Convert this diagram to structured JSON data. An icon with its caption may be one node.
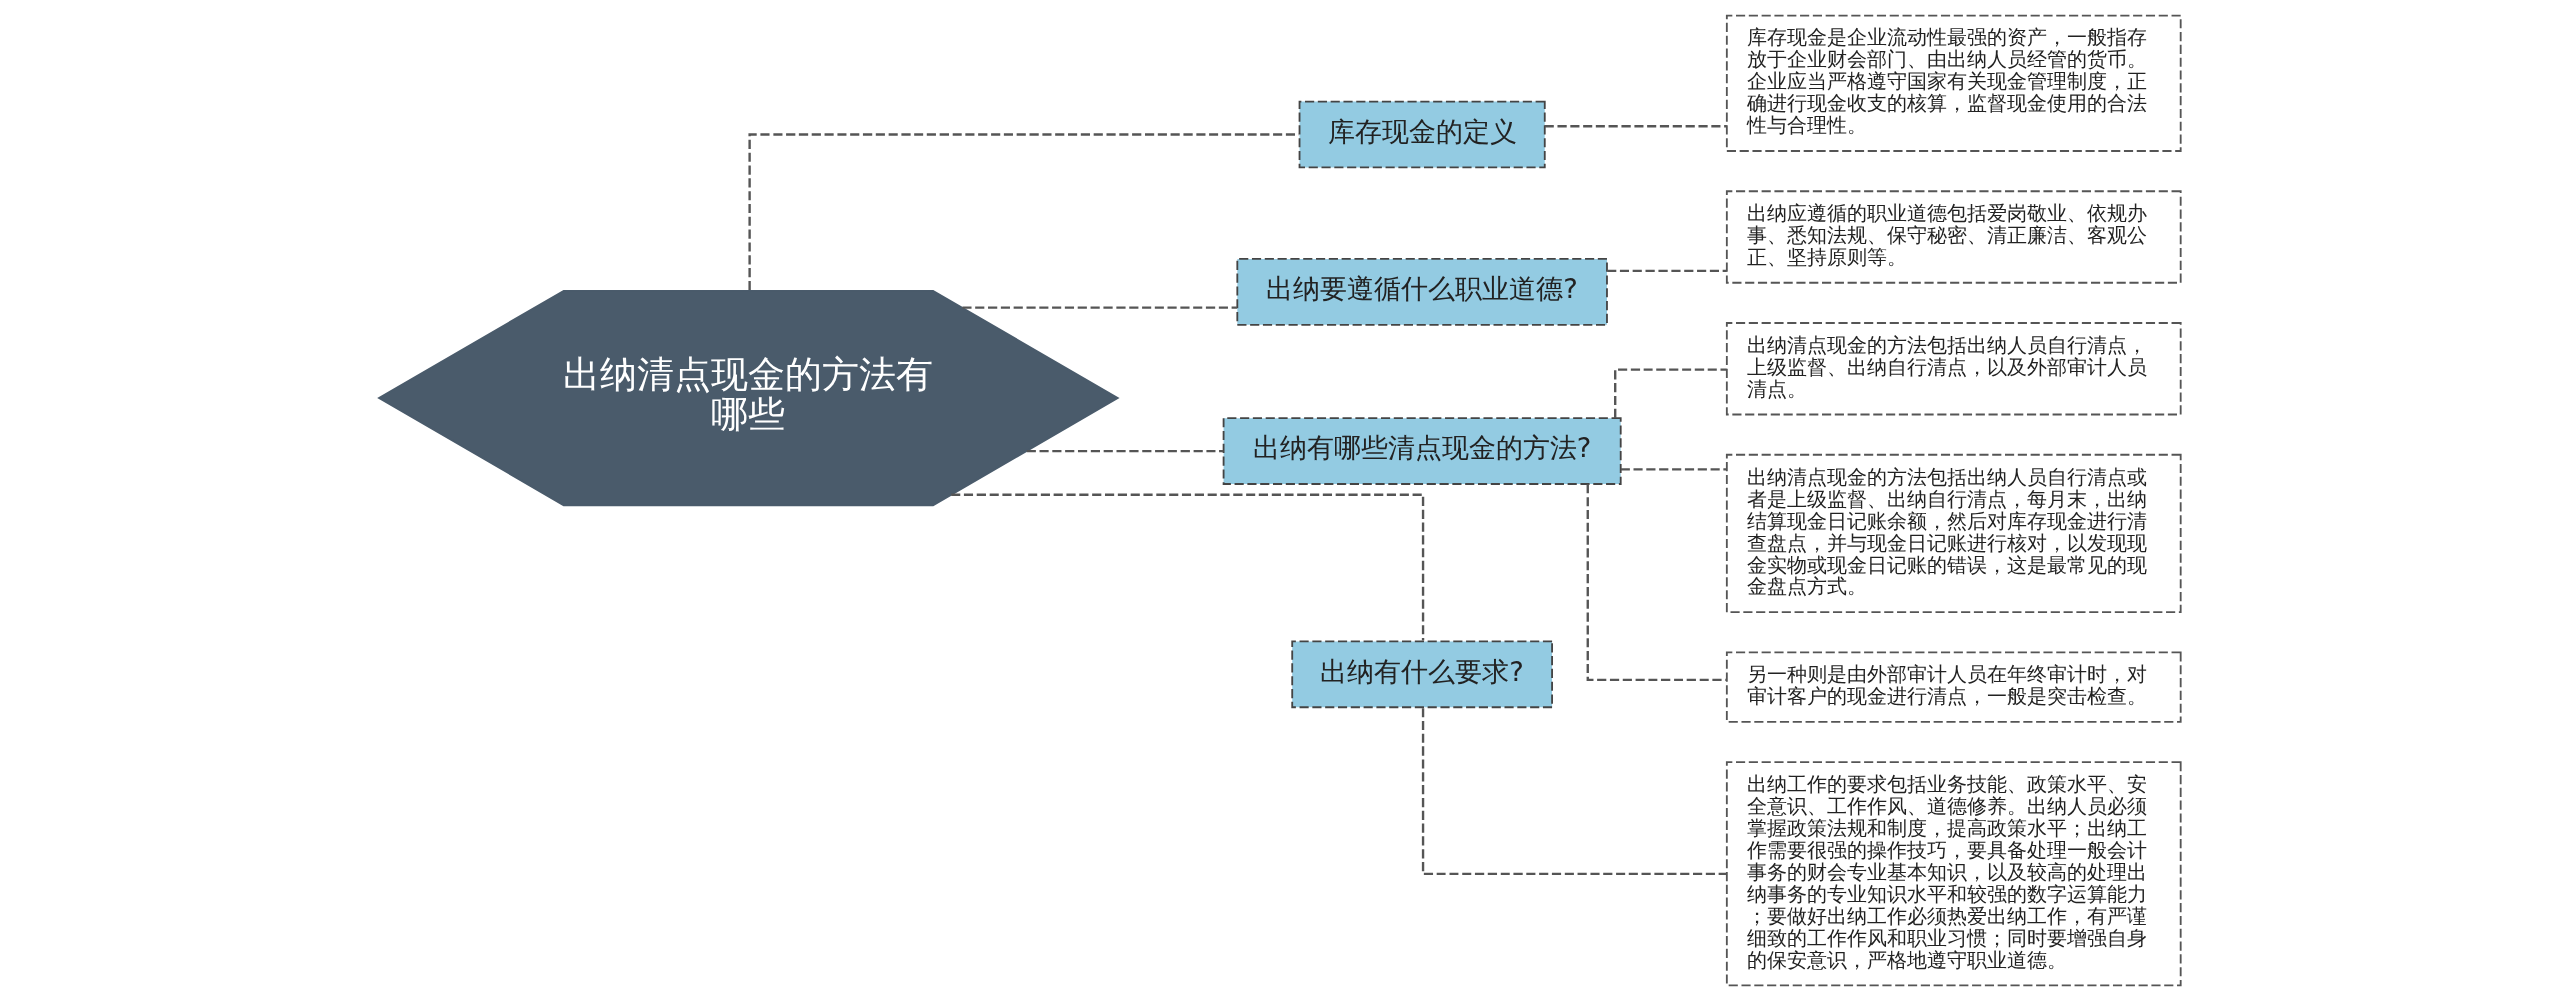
{
  "diagram": {
    "nodes": [
      {
        "text": [
          "出纳清点现金的方法有哪些"
        ]
      },
      {
        "text": [
          "库存现金的定义"
        ]
      },
      {
        "text": [
          "库存现金是企业流动性最强的资产，一般指存放于企业财会部门、由出纳人员经管的货币。企业应当严格遵守国家有关现金管理制度，正确进行现金收支的核算，监督现金使用的合法性与合理性。"
        ]
      },
      {
        "text": [
          "出纳要遵循什么职业道德?"
        ]
      },
      {
        "text": [
          "出纳应遵循的职业道德包括爱岗敬业、依规办事、悉知法规、保守秘密、清正廉洁、客观公正、坚持原则等。"
        ]
      },
      {
        "text": [
          "出纳有哪些清点现金的方法?"
        ]
      },
      {
        "text": [
          "出纳清点现金的方法包括出纳人员自行清点，上级监督、出纳自行清点，以及外部审计人员清点。"
        ]
      },
      {
        "text": [
          "出纳清点现金的方法包括出纳人员自行清点或者是上级监督、出纳自行清点，每月末，出纳结算现金日记账余额，然后对库存现金进行清查盘点，并与现金日记账进行核对，以发现现金实物或现金日记账的错误，这是最常见的现金盘点方式。"
        ]
      },
      {
        "text": [
          "另一种则是由外部审计人员在年终审计时，对审计客户的现金进行清点，一般是突击检查。"
        ]
      },
      {
        "text": [
          "出纳有什么要求?"
        ]
      },
      {
        "text": [
          "出纳工作的要求包括业务技能、政策水平、安全意识、工作作风、道德修养。出纳人员必须掌握政策法规和制度，提高政策水平；出纳工作需要很强的操作技巧，要具备处理一般会计事务的财会专业基本知识，以及较高的处理出纳事务的专业知识水平和较强的数字运算能力；要做好出纳工作必须热爱出纳工作，有严谨细致的工作作风和职业习惯；同时要增强自身的保安意识，严格地遵守职业道德。"
        ]
      }
    ],
    "edges": [
      {
        "from": 0,
        "to": 1,
        "arrow": "none",
        "style": "dashed"
      },
      {
        "from": 1,
        "to": 2,
        "arrow": "none",
        "style": "dashed"
      },
      {
        "from": 0,
        "to": 3,
        "arrow": "none",
        "style": "dashed"
      },
      {
        "from": 3,
        "to": 4,
        "arrow": "none",
        "style": "dashed"
      },
      {
        "from": 0,
        "to": 5,
        "arrow": "none",
        "style": "dashed"
      },
      {
        "from": 5,
        "to": 6,
        "arrow": "none",
        "style": "dashed"
      },
      {
        "from": 5,
        "to": 7,
        "arrow": "none",
        "style": "dashed"
      },
      {
        "from": 5,
        "to": 8,
        "arrow": "none",
        "style": "dashed"
      },
      {
        "from": 0,
        "to": 9,
        "arrow": "none",
        "style": "dashed"
      },
      {
        "from": 9,
        "to": 10,
        "arrow": "none",
        "style": "dashed"
      }
    ]
  }
}
